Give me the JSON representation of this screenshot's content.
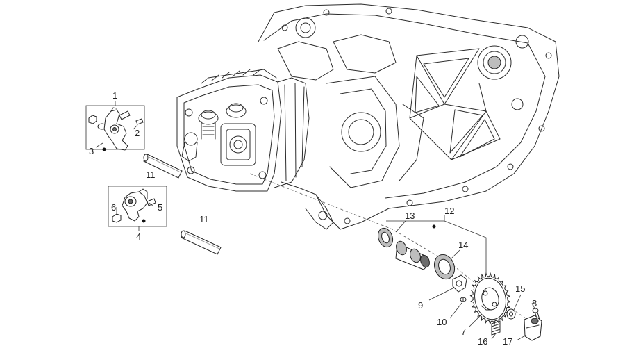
{
  "callouts": [
    {
      "id": "c1",
      "text": "1"
    },
    {
      "id": "c2",
      "text": "2"
    },
    {
      "id": "c3",
      "text": "3"
    },
    {
      "id": "c4",
      "text": "4"
    },
    {
      "id": "c5",
      "text": "5"
    },
    {
      "id": "c6",
      "text": "6"
    },
    {
      "id": "c7",
      "text": "7"
    },
    {
      "id": "c8",
      "text": "8"
    },
    {
      "id": "c9",
      "text": "9"
    },
    {
      "id": "c10",
      "text": "10"
    },
    {
      "id": "c11a",
      "text": "11"
    },
    {
      "id": "c11b",
      "text": "11"
    },
    {
      "id": "c12",
      "text": "12"
    },
    {
      "id": "c13",
      "text": "13"
    },
    {
      "id": "c14",
      "text": "14"
    },
    {
      "id": "c15",
      "text": "15"
    },
    {
      "id": "c16",
      "text": "16"
    },
    {
      "id": "c17",
      "text": "17"
    }
  ]
}
